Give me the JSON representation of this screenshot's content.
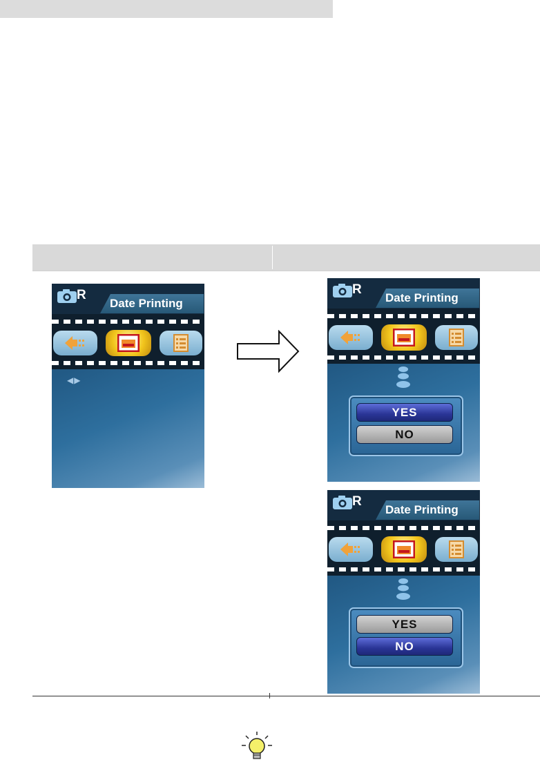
{
  "screen_title": "Date Printing",
  "mode_indicator": "R",
  "dialog": {
    "yes_label": "YES",
    "no_label": "NO"
  },
  "screens": [
    {
      "name": "date-printing-menu",
      "dialog_visible": false
    },
    {
      "name": "date-printing-yes-selected",
      "dialog_visible": true,
      "selected": "YES"
    },
    {
      "name": "date-printing-no-selected",
      "dialog_visible": true,
      "selected": "NO"
    }
  ],
  "icons": {
    "camera": "camera-icon",
    "left_item": "back-arrow-icon",
    "center_item": "date-stamp-icon",
    "right_item": "list-icon",
    "transition": "right-arrow-icon",
    "note": "lightbulb-icon"
  },
  "colors": {
    "screen_bg": "#225a85",
    "selected_option": "#2a3596",
    "unselected_option": "#9a9a9a",
    "active_icon": "#f2c51c"
  }
}
